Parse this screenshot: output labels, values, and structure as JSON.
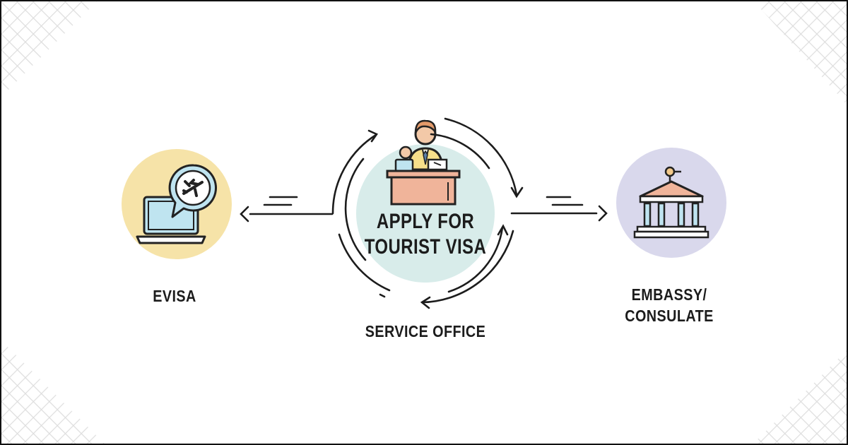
{
  "diagram": {
    "left_node": {
      "label": "EVISA",
      "icon": "laptop-airplane-icon"
    },
    "center_node": {
      "title_lines": [
        "APPLY FOR",
        "TOURIST VISA"
      ],
      "caption": "SERVICE OFFICE",
      "icon": "desk-clerk-icon"
    },
    "right_node": {
      "label_lines": [
        "EMBASSY/",
        "CONSULATE"
      ],
      "icon": "government-building-icon"
    }
  },
  "colors": {
    "left_circle": "#f6e3a8",
    "center_circle": "#d8ecea",
    "right_circle": "#d9d8ec",
    "desk": "#f0b49a",
    "clerk_shirt": "#f6df8a",
    "screen": "#bfe4f0",
    "outline": "#222222",
    "grid_corner": "#dedede"
  }
}
